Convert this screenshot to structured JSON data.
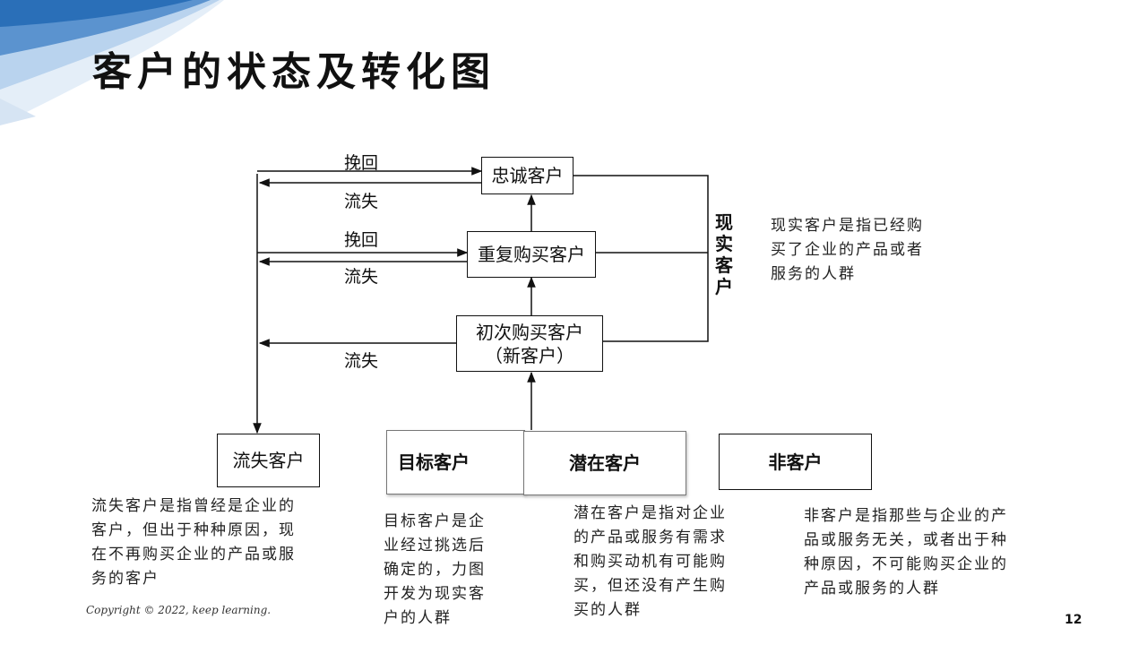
{
  "title": "客户的状态及转化图",
  "boxes": {
    "loyal": "忠诚客户",
    "repeat": "重复购买客户",
    "first_line1": "初次购买客户",
    "first_line2": "（新客户）",
    "lost": "流失客户",
    "target": "目标客户",
    "potential": "潜在客户",
    "non": "非客户"
  },
  "arrow_labels": {
    "recover_top": "挽回",
    "lose_top": "流失",
    "recover_mid": "挽回",
    "lose_mid": "流失",
    "lose_bottom": "流失"
  },
  "bracket_label": "现实客户",
  "descriptions": {
    "real": "现实客户是指已经购买了企业的产品或者服务的人群",
    "lost": "流失客户是指曾经是企业的客户，但出于种种原因，现在不再购买企业的产品或服务的客户",
    "target": "目标客户是企业经过挑选后确定的，力图开发为现实客户的人群",
    "potential": "潜在客户是指对企业的产品或服务有需求和购买动机有可能购买，但还没有产生购买的人群",
    "non": "非客户是指那些与企业的产品或服务无关，或者出于种种原因，不可能购买企业的产品或服务的人群"
  },
  "footer": {
    "copyright": "Copyright © 2022, keep learning.",
    "page_number": "12"
  },
  "colors": {
    "accent_blue": "#2a6fb8",
    "light_blue": "#cfe0f2"
  }
}
